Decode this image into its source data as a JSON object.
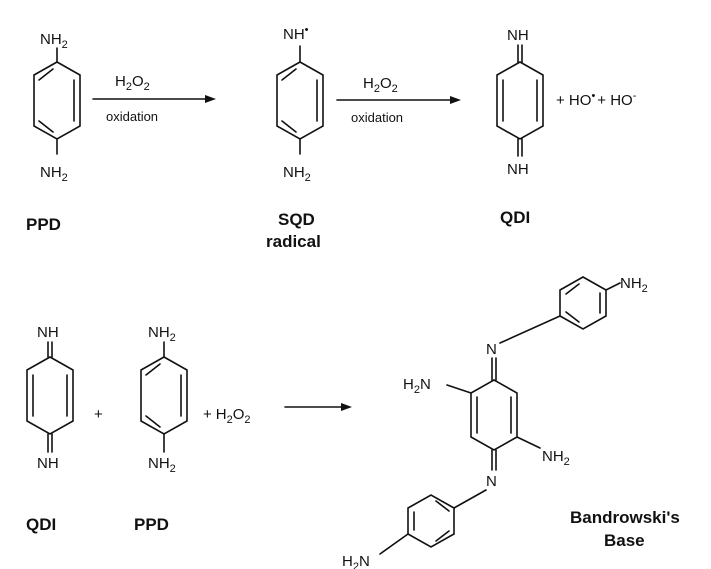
{
  "atoms": {
    "nh": "NH",
    "nh2_main": "NH",
    "sub2": "2",
    "n": "N",
    "h2n_main": "H",
    "h2n_n": "N",
    "radical_dot": "•"
  },
  "reagents": {
    "h2o2_h": "H",
    "h2o2_o": "O",
    "sub2": "2",
    "oxidation": "oxidation",
    "plus": "+",
    "byproducts_prefix": "+ HO",
    "byproducts_mid": "+ HO",
    "dot": "•",
    "minus": "-"
  },
  "labels": {
    "ppd": "PPD",
    "sqd_line1": "SQD",
    "sqd_line2": "radical",
    "qdi": "QDI",
    "bb_line1": "Bandrowski's",
    "bb_line2": "Base"
  }
}
